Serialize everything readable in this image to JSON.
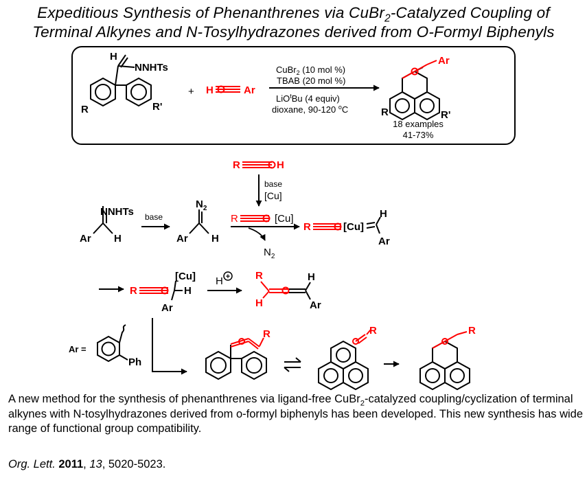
{
  "title": {
    "line1_a": "Expeditious Synthesis of Phenanthrenes via CuBr",
    "line1_sub": "2",
    "line1_b": "-Catalyzed Coupling of",
    "line2": "Terminal Alkynes and N-Tosylhydrazones derived from O-Formyl Biphenyls"
  },
  "scheme": {
    "labels": {
      "h": "H",
      "nnhts": "NNHTs",
      "r": "R",
      "r_prime": "R'",
      "plus": "+",
      "ar": "Ar",
      "base": "base",
      "cu_bracket": "[Cu]",
      "n2": "N",
      "n2_sub": "2",
      "ph": "Ph",
      "ar_equals": "Ar =",
      "h_plus": "H",
      "plus_sign": "+"
    },
    "conditions": {
      "line1_a": "CuBr",
      "line1_sub": "2",
      "line1_b": " (10 mol %)",
      "line2": "TBAB (20 mol %)",
      "line3_a": "LiO",
      "line3_sup": "t",
      "line3_b": "Bu (4 equiv)",
      "line4_a": "dioxane, 90-120 ",
      "line4_sup": "o",
      "line4_b": "C"
    },
    "results": {
      "examples": "18 examples",
      "yield": "41-73%"
    }
  },
  "summary": {
    "part1": "A new method for the synthesis of phenanthrenes via ligand-free CuBr",
    "sub": "2",
    "part2": "-catalyzed coupling/cyclization of terminal alkynes with N-tosylhydrazones derived from o-formyl biphenyls has been developed. This new synthesis has wide range of functional group compatibility."
  },
  "citation": {
    "journal": "Org. Lett.",
    "sep1": " ",
    "year": "2011",
    "sep2": ", ",
    "volume": "13",
    "pages": ", 5020-5023."
  },
  "colors": {
    "highlight": "#ff0000",
    "ink": "#000000"
  }
}
